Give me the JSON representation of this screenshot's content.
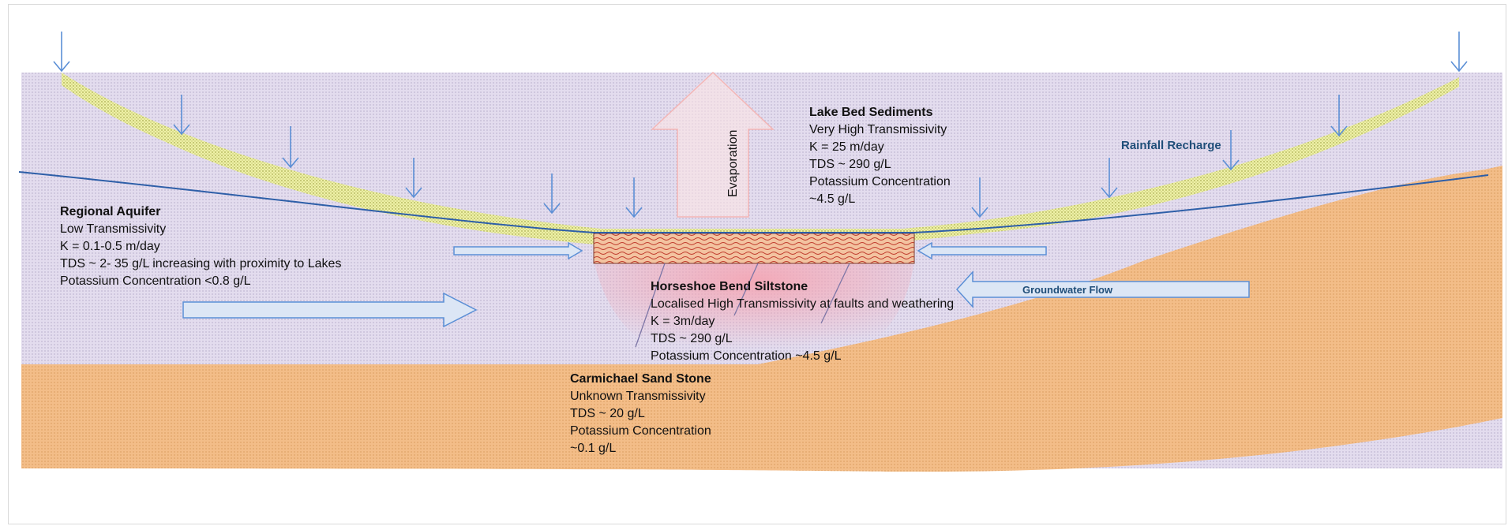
{
  "colors": {
    "aquifer": "#e3dcee",
    "sediment": "#eef0a6",
    "sandstone": "#f3bd88",
    "siltstone_zone": "#f6c3cb",
    "water_table": "#2e5fa8",
    "arrow_stroke": "#5b8fd6",
    "arrow_fill": "#dce6f5",
    "evap_stroke": "#f4b6b6",
    "evap_text": "#e69a9a",
    "label_blue": "#1f4e79"
  },
  "labels": {
    "evaporation": "Evaporation",
    "rainfall_recharge": "Rainfall Recharge",
    "groundwater_flow": "Groundwater Flow"
  },
  "lake_bed": {
    "title": "Lake Bed Sediments",
    "lines": [
      "Very High Transmissivity",
      "K = 25 m/day",
      "TDS ~ 290 g/L",
      "Potassium Concentration",
      "~4.5 g/L"
    ]
  },
  "regional_aquifer": {
    "title": "Regional Aquifer",
    "lines": [
      "Low Transmissivity",
      "K = 0.1-0.5  m/day",
      "TDS ~ 2- 35 g/L increasing with proximity to Lakes",
      "Potassium Concentration <0.8 g/L"
    ]
  },
  "horseshoe": {
    "title": "Horseshoe Bend Siltstone",
    "lines": [
      "Localised High Transmissivity at faults and weathering",
      "K = 3m/day",
      "TDS ~ 290 g/L",
      "Potassium Concentration ~4.5 g/L"
    ]
  },
  "carmichael": {
    "title": "Carmichael Sand Stone",
    "lines": [
      "Unknown Transmissivity",
      "TDS ~ 20 g/L",
      "Potassium Concentration",
      "~0.1 g/L"
    ]
  }
}
